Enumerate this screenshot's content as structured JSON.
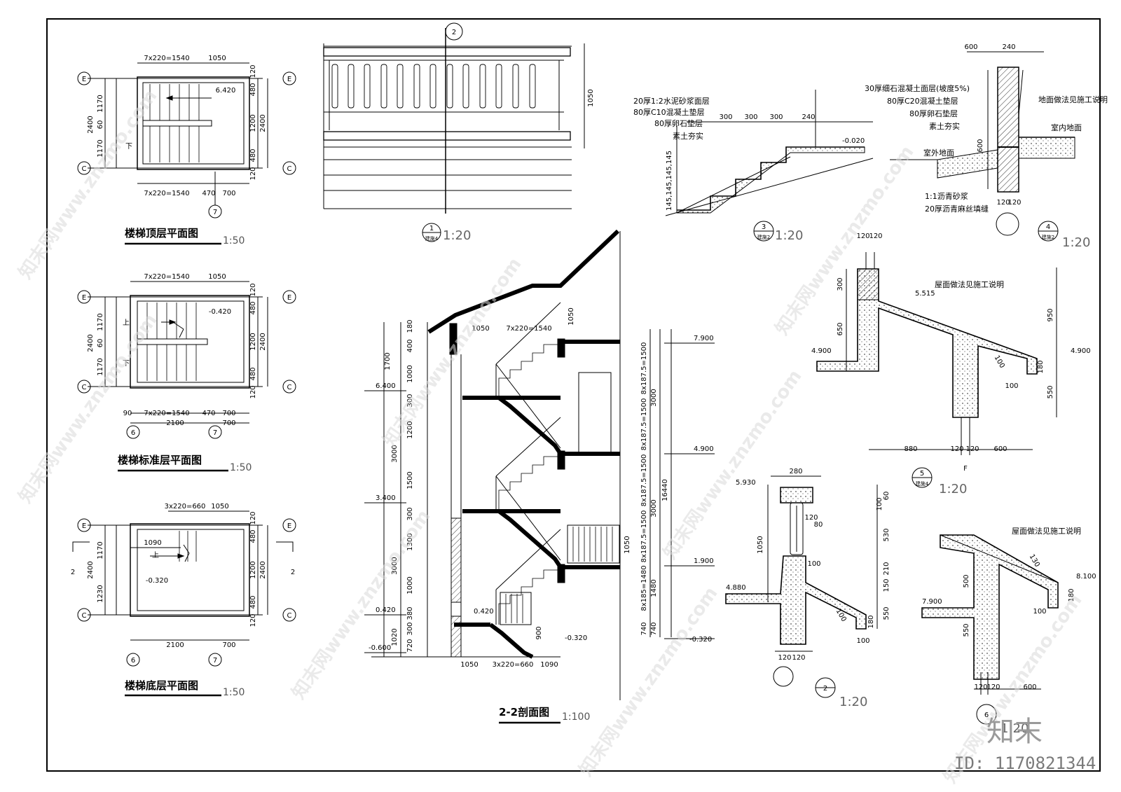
{
  "plans": {
    "top": {
      "title": "楼梯顶层平面图",
      "scale": "1:50",
      "dims_top": [
        "7x220=1540",
        "1050"
      ],
      "dims_bottom": [
        "7x220=1540",
        "470",
        "700"
      ],
      "dims_left": [
        "1170",
        "60",
        "1170",
        "2400"
      ],
      "dims_right": [
        "120",
        "480",
        "1200",
        "480",
        "120",
        "2400"
      ],
      "level": "6.420",
      "down": "下",
      "axis_e": "E",
      "axis_c": "C",
      "axis_7": "7"
    },
    "std": {
      "title": "楼梯标准层平面图",
      "scale": "1:50",
      "dims_top": [
        "7x220=1540",
        "1050"
      ],
      "dims_bottom": [
        "90",
        "7x220=1540",
        "470",
        "700",
        "2100",
        "700"
      ],
      "dims_left": [
        "1170",
        "60",
        "1170",
        "2400"
      ],
      "dims_right": [
        "120",
        "480",
        "1200",
        "480",
        "120",
        "2400"
      ],
      "level": "-0.420",
      "up": "上",
      "down": "下",
      "axis_e": "E",
      "axis_c": "C",
      "axis_6": "6",
      "axis_7": "7"
    },
    "ground": {
      "title": "楼梯底层平面图",
      "scale": "1:50",
      "dims_top": [
        "3x220=660",
        "1050"
      ],
      "dim_inner": "1090",
      "dims_bottom": [
        "2100",
        "700"
      ],
      "dims_left": [
        "1170",
        "1230",
        "2400"
      ],
      "dims_right": [
        "120",
        "480",
        "1200",
        "480",
        "120",
        "2400"
      ],
      "level": "-0.320",
      "up": "上",
      "cut": "2",
      "axis_e": "E",
      "axis_c": "C",
      "axis_6": "6",
      "axis_7": "7"
    }
  },
  "detail1": {
    "num": "1",
    "sheet": "建施4",
    "scale": "1:20",
    "dim": "1050",
    "axis": "2"
  },
  "detail3": {
    "num": "3",
    "sheet": "建施2",
    "scale": "1:20",
    "notes": [
      "20厚1:2水泥砂浆面层",
      "80厚C10混凝土垫层",
      "80厚卵石垫层",
      "素土夯实"
    ],
    "dims": [
      "300",
      "300",
      "300",
      "240"
    ],
    "risers": "145,145,145,145",
    "level": "-0.020"
  },
  "detail4": {
    "num": "4",
    "sheet": "建施2",
    "scale": "1:20",
    "notes": [
      "30厚细石混凝土面层(坡度5%)",
      "80厚C20混凝土垫层",
      "80厚卵石垫层",
      "素土夯实"
    ],
    "right_note": "地面做法见施工说明",
    "indoor": "室内地面",
    "outdoor": "室外地面",
    "joint1": "1:1沥青砂浆",
    "joint2": "20厚沥青麻丝填缝",
    "dims": [
      "600",
      "240",
      "600",
      "120",
      "120"
    ]
  },
  "detail5": {
    "num": "5",
    "sheet": "建施4",
    "scale": "1:20",
    "roof_note": "屋面做法见施工说明",
    "levels": [
      "5.515",
      "4.900",
      "4.900"
    ],
    "dims_left": [
      "300",
      "650"
    ],
    "dims_right": [
      "950",
      "180",
      "550"
    ],
    "dims_bottom": [
      "880",
      "120",
      "120",
      "600"
    ],
    "dims_top": [
      "120",
      "120"
    ],
    "small": [
      "100",
      "100"
    ],
    "axis": "F"
  },
  "detail2": {
    "num": "2",
    "scale": "1:20",
    "levels": [
      "5.930",
      "4.880"
    ],
    "dims": [
      "280",
      "120",
      "80",
      "1050",
      "100",
      "100",
      "180",
      "100",
      "120",
      "120"
    ],
    "dims_right": [
      "60",
      "100",
      "530",
      "210",
      "150",
      "550"
    ]
  },
  "detail6": {
    "num": "6",
    "scale": "1:20",
    "roof_note": "屋面做法见施工说明",
    "levels": [
      "8.100",
      "7.900"
    ],
    "dims": [
      "500",
      "550",
      "130",
      "180",
      "100",
      "120",
      "120",
      "600"
    ]
  },
  "section": {
    "title": "2-2剖面图",
    "scale": "1:100",
    "left_levels": [
      "6.400",
      "3.400",
      "0.420",
      "-0.600"
    ],
    "left_dims": [
      "180",
      "400",
      "1700",
      "1000",
      "300",
      "1200",
      "3000",
      "1500",
      "300",
      "1300",
      "3000",
      "1000",
      "380",
      "300",
      "1020",
      "720"
    ],
    "right_levels": [
      "7.900",
      "4.900",
      "1.900",
      "-0.320"
    ],
    "right_dims": [
      "8x187.5=1500",
      "8x187.5=1500",
      "3000",
      "8x187.5=1500",
      "8x187.5=1500",
      "3000",
      "16440",
      "8x185=1480",
      "1480",
      "740",
      "740"
    ],
    "top_dims": [
      "1050",
      "7x220=1540",
      "1050"
    ],
    "inner": [
      "0.420",
      "900",
      "1050",
      "-0.320"
    ],
    "bottom_dims": [
      "1050",
      "3x220=660",
      "1090"
    ]
  },
  "watermark": {
    "text": "知末网www.znzmo.com",
    "logo": "知末",
    "id": "ID: 1170821344"
  }
}
